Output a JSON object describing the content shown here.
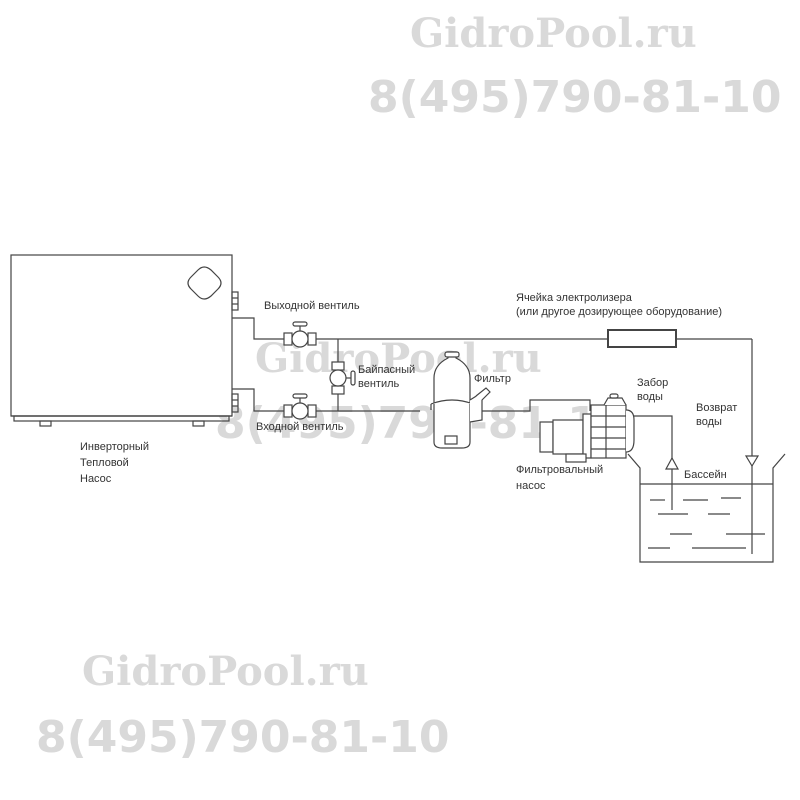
{
  "watermarks": {
    "site": "GidroPool.ru",
    "phone": "8(495)790-81-10",
    "color": "#d9d9d9"
  },
  "labels": {
    "heat_pump": [
      "Инверторный",
      "Тепловой",
      "Насос"
    ],
    "outlet_valve": "Выходной вентиль",
    "inlet_valve": "Входной вентиль",
    "bypass_valve": [
      "Байпасный",
      "вентиль"
    ],
    "filter": "Фильтр",
    "electrolyzer": [
      "Ячейка электролизера",
      "(или другое дозирующее оборудование)"
    ],
    "water_intake": [
      "Забор",
      "воды"
    ],
    "water_return": [
      "Возврат",
      "воды"
    ],
    "pool": "Бассейн",
    "filter_pump": [
      "Фильтровальный",
      "насос"
    ]
  },
  "colors": {
    "line": "#444444",
    "text": "#333333"
  }
}
